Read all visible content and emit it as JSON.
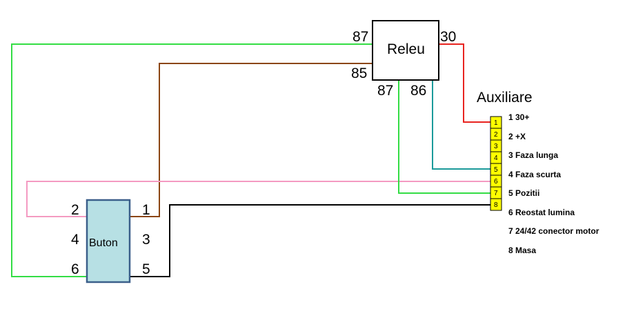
{
  "relay": {
    "label": "Releu",
    "pin_87_top": "87",
    "pin_85": "85",
    "pin_30": "30",
    "pin_87_bottom": "87",
    "pin_86": "86"
  },
  "button": {
    "label": "Buton",
    "pin_2": "2",
    "pin_4": "4",
    "pin_6": "6",
    "pin_1": "1",
    "pin_3": "3",
    "pin_5": "5"
  },
  "connector": {
    "title": "Auxiliare",
    "pins": [
      "1",
      "2",
      "3",
      "4",
      "5",
      "6",
      "7",
      "8"
    ],
    "legend": [
      "1 30+",
      "2 +X",
      "3 Faza lunga",
      "4 Faza scurta",
      "5 Pozitii",
      "6 Reostat lumina",
      "7 24/42 conector motor",
      "8 Masa"
    ]
  },
  "colors": {
    "green": "#33dd44",
    "brown": "#8b4513",
    "red": "#e8231f",
    "teal": "#1a9a9a",
    "pink": "#f49ac1",
    "black": "#000000",
    "button_fill": "#b7e0e4",
    "button_border": "#3b5f8a",
    "pin_fill": "#ffff00"
  }
}
